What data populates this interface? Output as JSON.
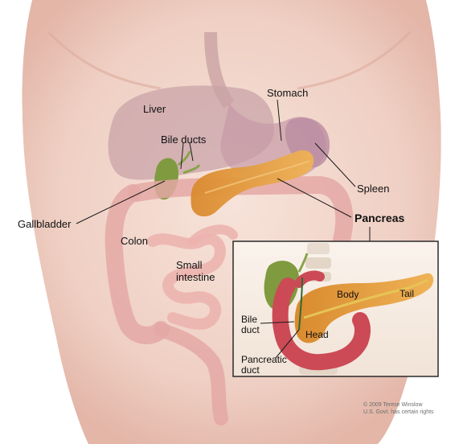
{
  "labels": {
    "liver": "Liver",
    "stomach": "Stomach",
    "bile_ducts": "Bile ducts",
    "spleen": "Spleen",
    "gallbladder": "Gallbladder",
    "pancreas": "Pancreas",
    "colon": "Colon",
    "small_intestine_line1": "Small",
    "small_intestine_line2": "intestine"
  },
  "inset": {
    "body": "Body",
    "tail": "Tail",
    "head": "Head",
    "bile_duct_line1": "Bile",
    "bile_duct_line2": "duct",
    "pancreatic_duct_line1": "Pancreatic",
    "pancreatic_duct_line2": "duct"
  },
  "credit": {
    "line1": "© 2009 Terese Winslow",
    "line2": "U.S. Govt. has certain rights"
  }
}
